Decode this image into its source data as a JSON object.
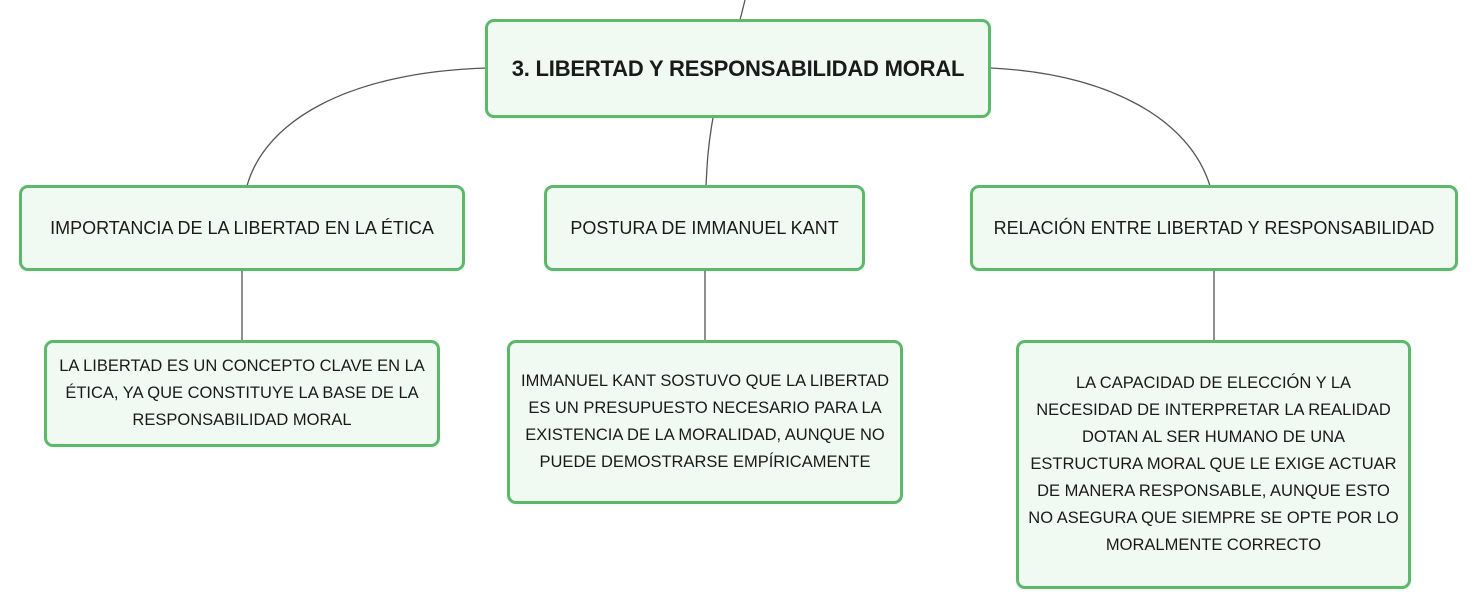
{
  "root": {
    "label": "3. LIBERTAD Y RESPONSABILIDAD MORAL"
  },
  "topics": [
    {
      "label": "IMPORTANCIA DE LA LIBERTAD EN LA ÉTICA",
      "detail": "LA LIBERTAD ES UN CONCEPTO CLAVE EN LA ÉTICA, YA QUE CONSTITUYE LA BASE DE LA RESPONSABILIDAD MORAL"
    },
    {
      "label": "POSTURA DE IMMANUEL KANT",
      "detail": "IMMANUEL KANT SOSTUVO QUE LA LIBERTAD ES UN PRESUPUESTO NECESARIO PARA LA EXISTENCIA DE LA MORALIDAD, AUNQUE NO PUEDE DEMOSTRARSE EMPÍRICAMENTE"
    },
    {
      "label": "RELACIÓN ENTRE LIBERTAD Y RESPONSABILIDAD",
      "detail": "LA CAPACIDAD DE ELECCIÓN Y LA NECESIDAD DE INTERPRETAR LA REALIDAD DOTAN AL SER HUMANO DE UNA ESTRUCTURA MORAL QUE LE EXIGE ACTUAR DE MANERA RESPONSABLE, AUNQUE ESTO NO ASEGURA QUE SIEMPRE SE OPTE POR LO MORALMENTE CORRECTO"
    }
  ],
  "colors": {
    "border": "#5cb86a",
    "fill": "#f1f9f3",
    "line": "#555555"
  }
}
